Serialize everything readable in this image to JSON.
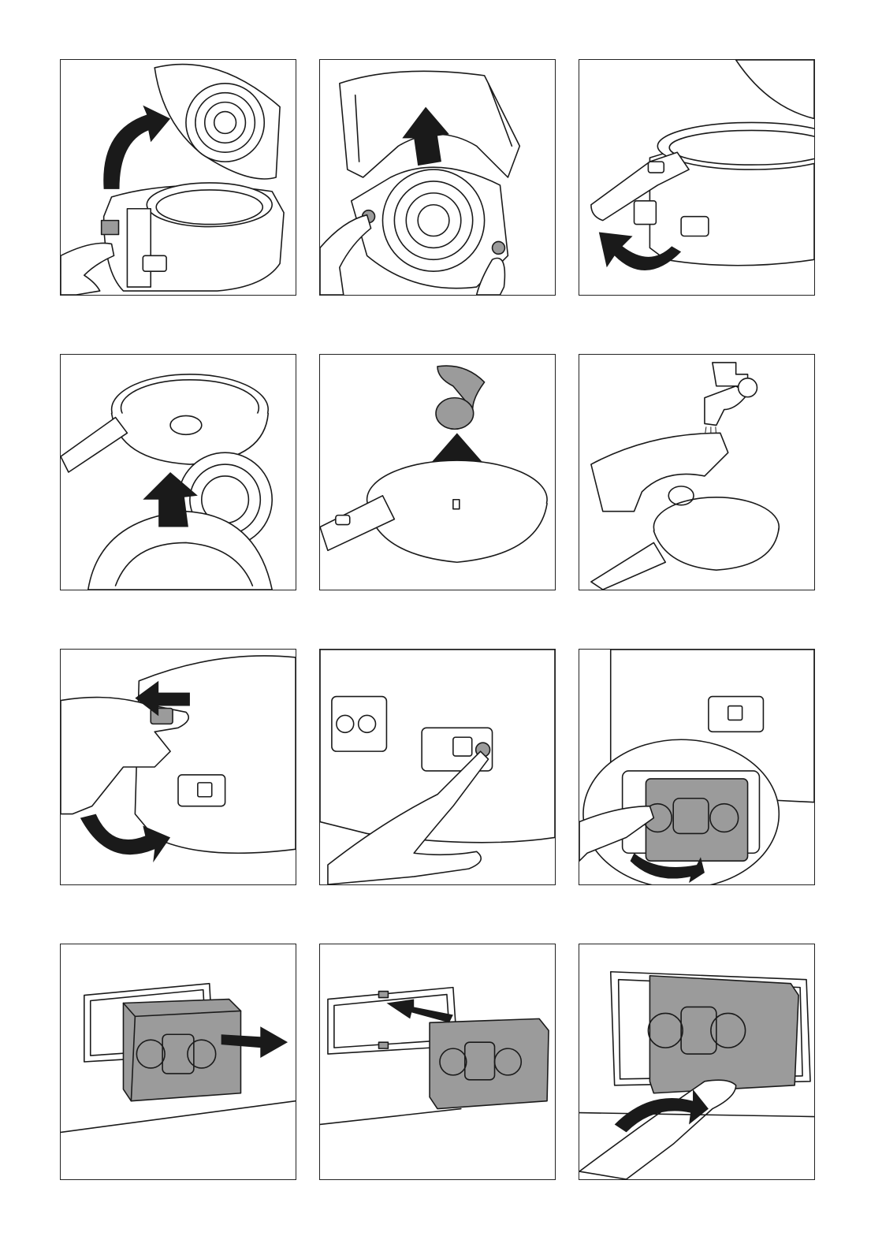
{
  "figure": {
    "panels": [
      {
        "id": 1,
        "arrow": "curved-arrow-up-icon"
      },
      {
        "id": 2,
        "arrow": "arrow-up-icon"
      },
      {
        "id": 3,
        "arrow": "curved-arrow-left-icon"
      },
      {
        "id": 4,
        "arrow": "arrow-up-icon"
      },
      {
        "id": 5,
        "arrow": "arrow-up-icon"
      },
      {
        "id": 6,
        "arrow": "water-tap-icon"
      },
      {
        "id": 7,
        "arrow": "arrow-left-icon"
      },
      {
        "id": 8,
        "arrow": "press-button-icon"
      },
      {
        "id": 9,
        "arrow": "curved-arrow-right-icon"
      },
      {
        "id": 10,
        "arrow": "arrow-right-icon"
      },
      {
        "id": 11,
        "arrow": "arrow-left-icon"
      },
      {
        "id": 12,
        "arrow": "curved-arrow-right-icon"
      }
    ],
    "colors": {
      "line": "#1a1a1a",
      "fill_gray": "#9b9b9b",
      "background": "#ffffff"
    }
  }
}
